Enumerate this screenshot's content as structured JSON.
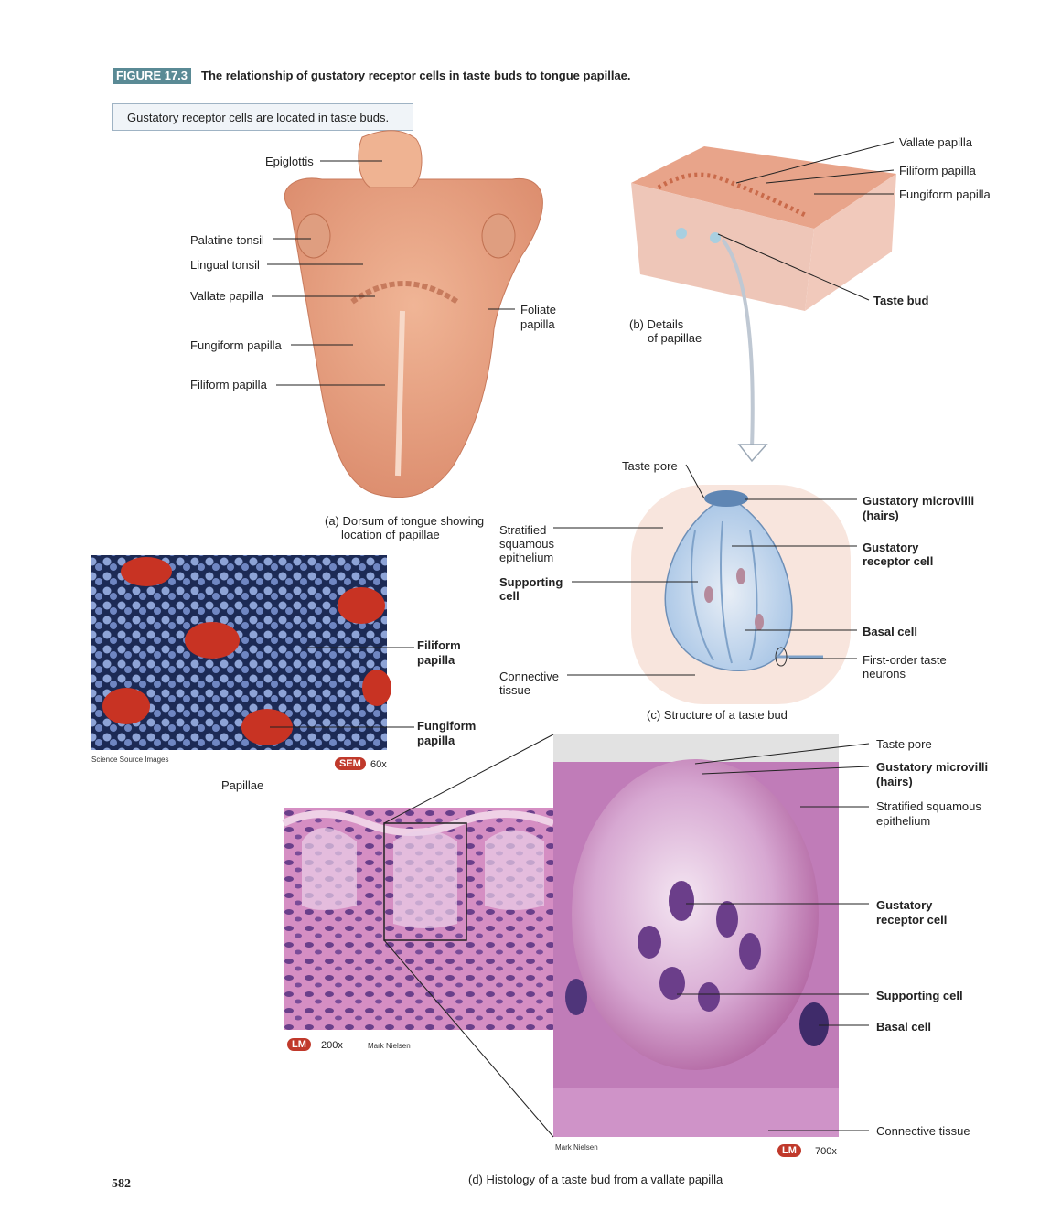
{
  "header": {
    "figure_tag": "FIGURE 17.3",
    "title": "The relationship of gustatory receptor cells in taste buds to tongue papillae.",
    "subtitle": "Gustatory receptor cells are located in taste buds."
  },
  "panel_a": {
    "caption_line1": "(a) Dorsum of tongue showing",
    "caption_line2": "location of papillae",
    "labels": {
      "epiglottis": "Epiglottis",
      "palatine_tonsil": "Palatine tonsil",
      "lingual_tonsil": "Lingual tonsil",
      "vallate_papilla": "Vallate papilla",
      "fungiform_papilla": "Fungiform papilla",
      "filiform_papilla": "Filiform papilla",
      "foliate_papilla_1": "Foliate",
      "foliate_papilla_2": "papilla"
    }
  },
  "panel_b": {
    "caption_line1": "(b) Details",
    "caption_line2": "of papillae",
    "labels": {
      "vallate_papilla": "Vallate papilla",
      "filiform_papilla": "Filiform papilla",
      "fungiform_papilla": "Fungiform papilla",
      "taste_bud": "Taste bud"
    }
  },
  "panel_c": {
    "caption": "(c) Structure of a taste bud",
    "labels": {
      "taste_pore": "Taste pore",
      "gustatory_microvilli_1": "Gustatory microvilli",
      "gustatory_microvilli_2": "(hairs)",
      "stratified_1": "Stratified",
      "stratified_2": "squamous",
      "stratified_3": "epithelium",
      "gustatory_receptor_1": "Gustatory",
      "gustatory_receptor_2": "receptor cell",
      "supporting_1": "Supporting",
      "supporting_2": "cell",
      "basal_cell": "Basal cell",
      "neurons_1": "First-order taste",
      "neurons_2": "neurons",
      "connective_1": "Connective",
      "connective_2": "tissue"
    }
  },
  "sem": {
    "filiform_1": "Filiform",
    "filiform_2": "papilla",
    "fungiform_1": "Fungiform",
    "fungiform_2": "papilla",
    "credit": "Science Source Images",
    "badge": "SEM",
    "mag": "60x",
    "caption": "Papillae"
  },
  "lm_small": {
    "badge": "LM",
    "mag": "200x",
    "credit": "Mark Nielsen"
  },
  "panel_d": {
    "caption": "(d) Histology of a taste bud from a vallate papilla",
    "credit": "Mark Nielsen",
    "badge": "LM",
    "mag": "700x",
    "labels": {
      "taste_pore": "Taste pore",
      "gustatory_microvilli_1": "Gustatory microvilli",
      "gustatory_microvilli_2": "(hairs)",
      "stratified_1": "Stratified squamous",
      "stratified_2": "epithelium",
      "gustatory_receptor_1": "Gustatory",
      "gustatory_receptor_2": "receptor cell",
      "supporting_cell": "Supporting cell",
      "basal_cell": "Basal cell",
      "connective_tissue": "Connective tissue"
    }
  },
  "page_number": "582",
  "colors": {
    "tongue": "#e9a383",
    "tag_bg": "#5a8a95",
    "badge": "#c0392b",
    "stain": "#b5609a"
  }
}
